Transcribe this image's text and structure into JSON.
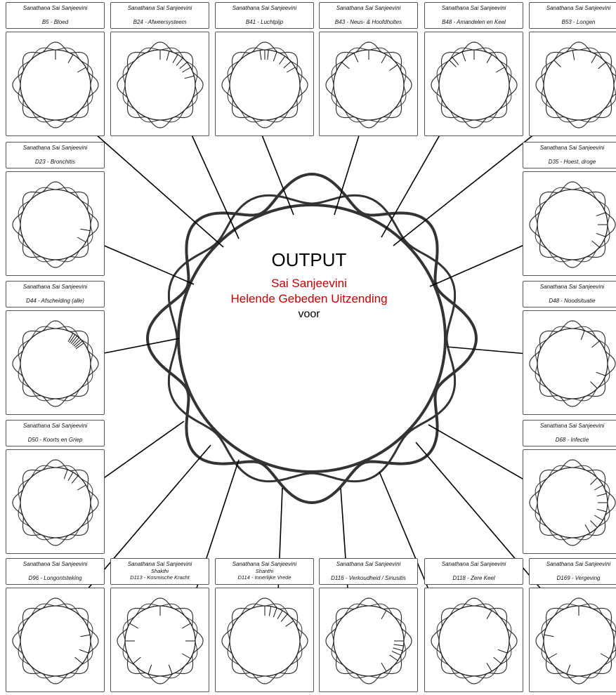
{
  "output_label": "OUTPUT",
  "broadcast_title": "Sai Sanjeevini",
  "broadcast_subtitle": "Helende Gebeden Uitzending",
  "broadcast_for": "voor",
  "colors": {
    "accent": "#c00000",
    "line": "#000000",
    "border": "#555555"
  },
  "cards": [
    {
      "org": "Sanathana Sai Sanjeevini",
      "code": "B5 - Bloed",
      "ticks": [
        270,
        300,
        330
      ]
    },
    {
      "org": "Sanathana Sai Sanjeevini",
      "code": "B24 - Afweersysteem",
      "ticks": [
        270,
        285,
        300,
        310,
        320,
        330,
        345
      ]
    },
    {
      "org": "Sanathana Sai Sanjeevini",
      "code": "B41 - Luchtpijp",
      "ticks": [
        262,
        270,
        276,
        290,
        305,
        318,
        330
      ]
    },
    {
      "org": "Sanathana Sai Sanjeevini",
      "code": "B43 - Neus- & Hoofdholtes",
      "ticks": [
        220,
        245,
        270,
        300,
        325
      ]
    },
    {
      "org": "Sanathana Sai Sanjeevini",
      "code": "B48 - Amandelen en Keel",
      "ticks": [
        225,
        232,
        250,
        270,
        300,
        330
      ]
    },
    {
      "org": "Sanathana Sai Sanjeevini",
      "code": "B53 - Longen",
      "ticks": [
        225,
        260,
        300,
        320
      ]
    },
    {
      "org": "Sanathana Sai Sanjeevini",
      "code": "D23 - Bronchitis",
      "ticks": [
        10,
        30
      ]
    },
    {
      "org": "Sanathana Sai Sanjeevini",
      "code": "D35 - Hoest, droge",
      "ticks": [
        0,
        20,
        40,
        340
      ]
    },
    {
      "org": "Sanathana Sai Sanjeevini",
      "code": "D44 - Afscheiding (alle)",
      "ticks": [
        300,
        304,
        308,
        312,
        316,
        320,
        324
      ]
    },
    {
      "org": "Sanathana Sai Sanjeevini",
      "code": "D48 - Noodsituatie",
      "ticks": [
        290,
        320,
        20,
        45
      ]
    },
    {
      "org": "Sanathana Sai Sanjeevini",
      "code": "D50 - Koorts en Griep",
      "ticks": [
        290,
        300,
        310,
        330
      ]
    },
    {
      "org": "Sanathana Sai Sanjeevini",
      "code": "D68 - Infectie",
      "ticks": [
        330,
        345,
        0,
        15,
        30,
        45,
        60,
        315
      ]
    },
    {
      "org": "Sanathana Sai Sanjeevini",
      "code": "D96 - Longontsteking",
      "ticks": [
        350,
        20,
        40
      ]
    },
    {
      "org": "Sanathana Sai Sanjeevini",
      "code": "Shakthi\nD113 - Kosmische Kracht",
      "ticks": [
        270,
        330,
        0,
        30,
        70,
        110,
        140,
        180,
        210
      ]
    },
    {
      "org": "Sanathana Sai Sanjeevini",
      "code": "Shanthi\nD114 - Innerlijke Vrede",
      "ticks": [
        270,
        280,
        290,
        300,
        310,
        325
      ]
    },
    {
      "org": "Sanathana Sai Sanjeevini",
      "code": "D116 - Verkoudheid / Sinusitis",
      "ticks": [
        0,
        8,
        16,
        24,
        34,
        60,
        300
      ]
    },
    {
      "org": "Sanathana Sai Sanjeevini",
      "code": "D118 - Zere Keel",
      "ticks": [
        20,
        40,
        60,
        300
      ]
    },
    {
      "org": "Sanathana Sai Sanjeevini",
      "code": "D169 - Vergeving",
      "ticks": [
        270,
        30,
        110,
        150,
        190
      ]
    }
  ]
}
